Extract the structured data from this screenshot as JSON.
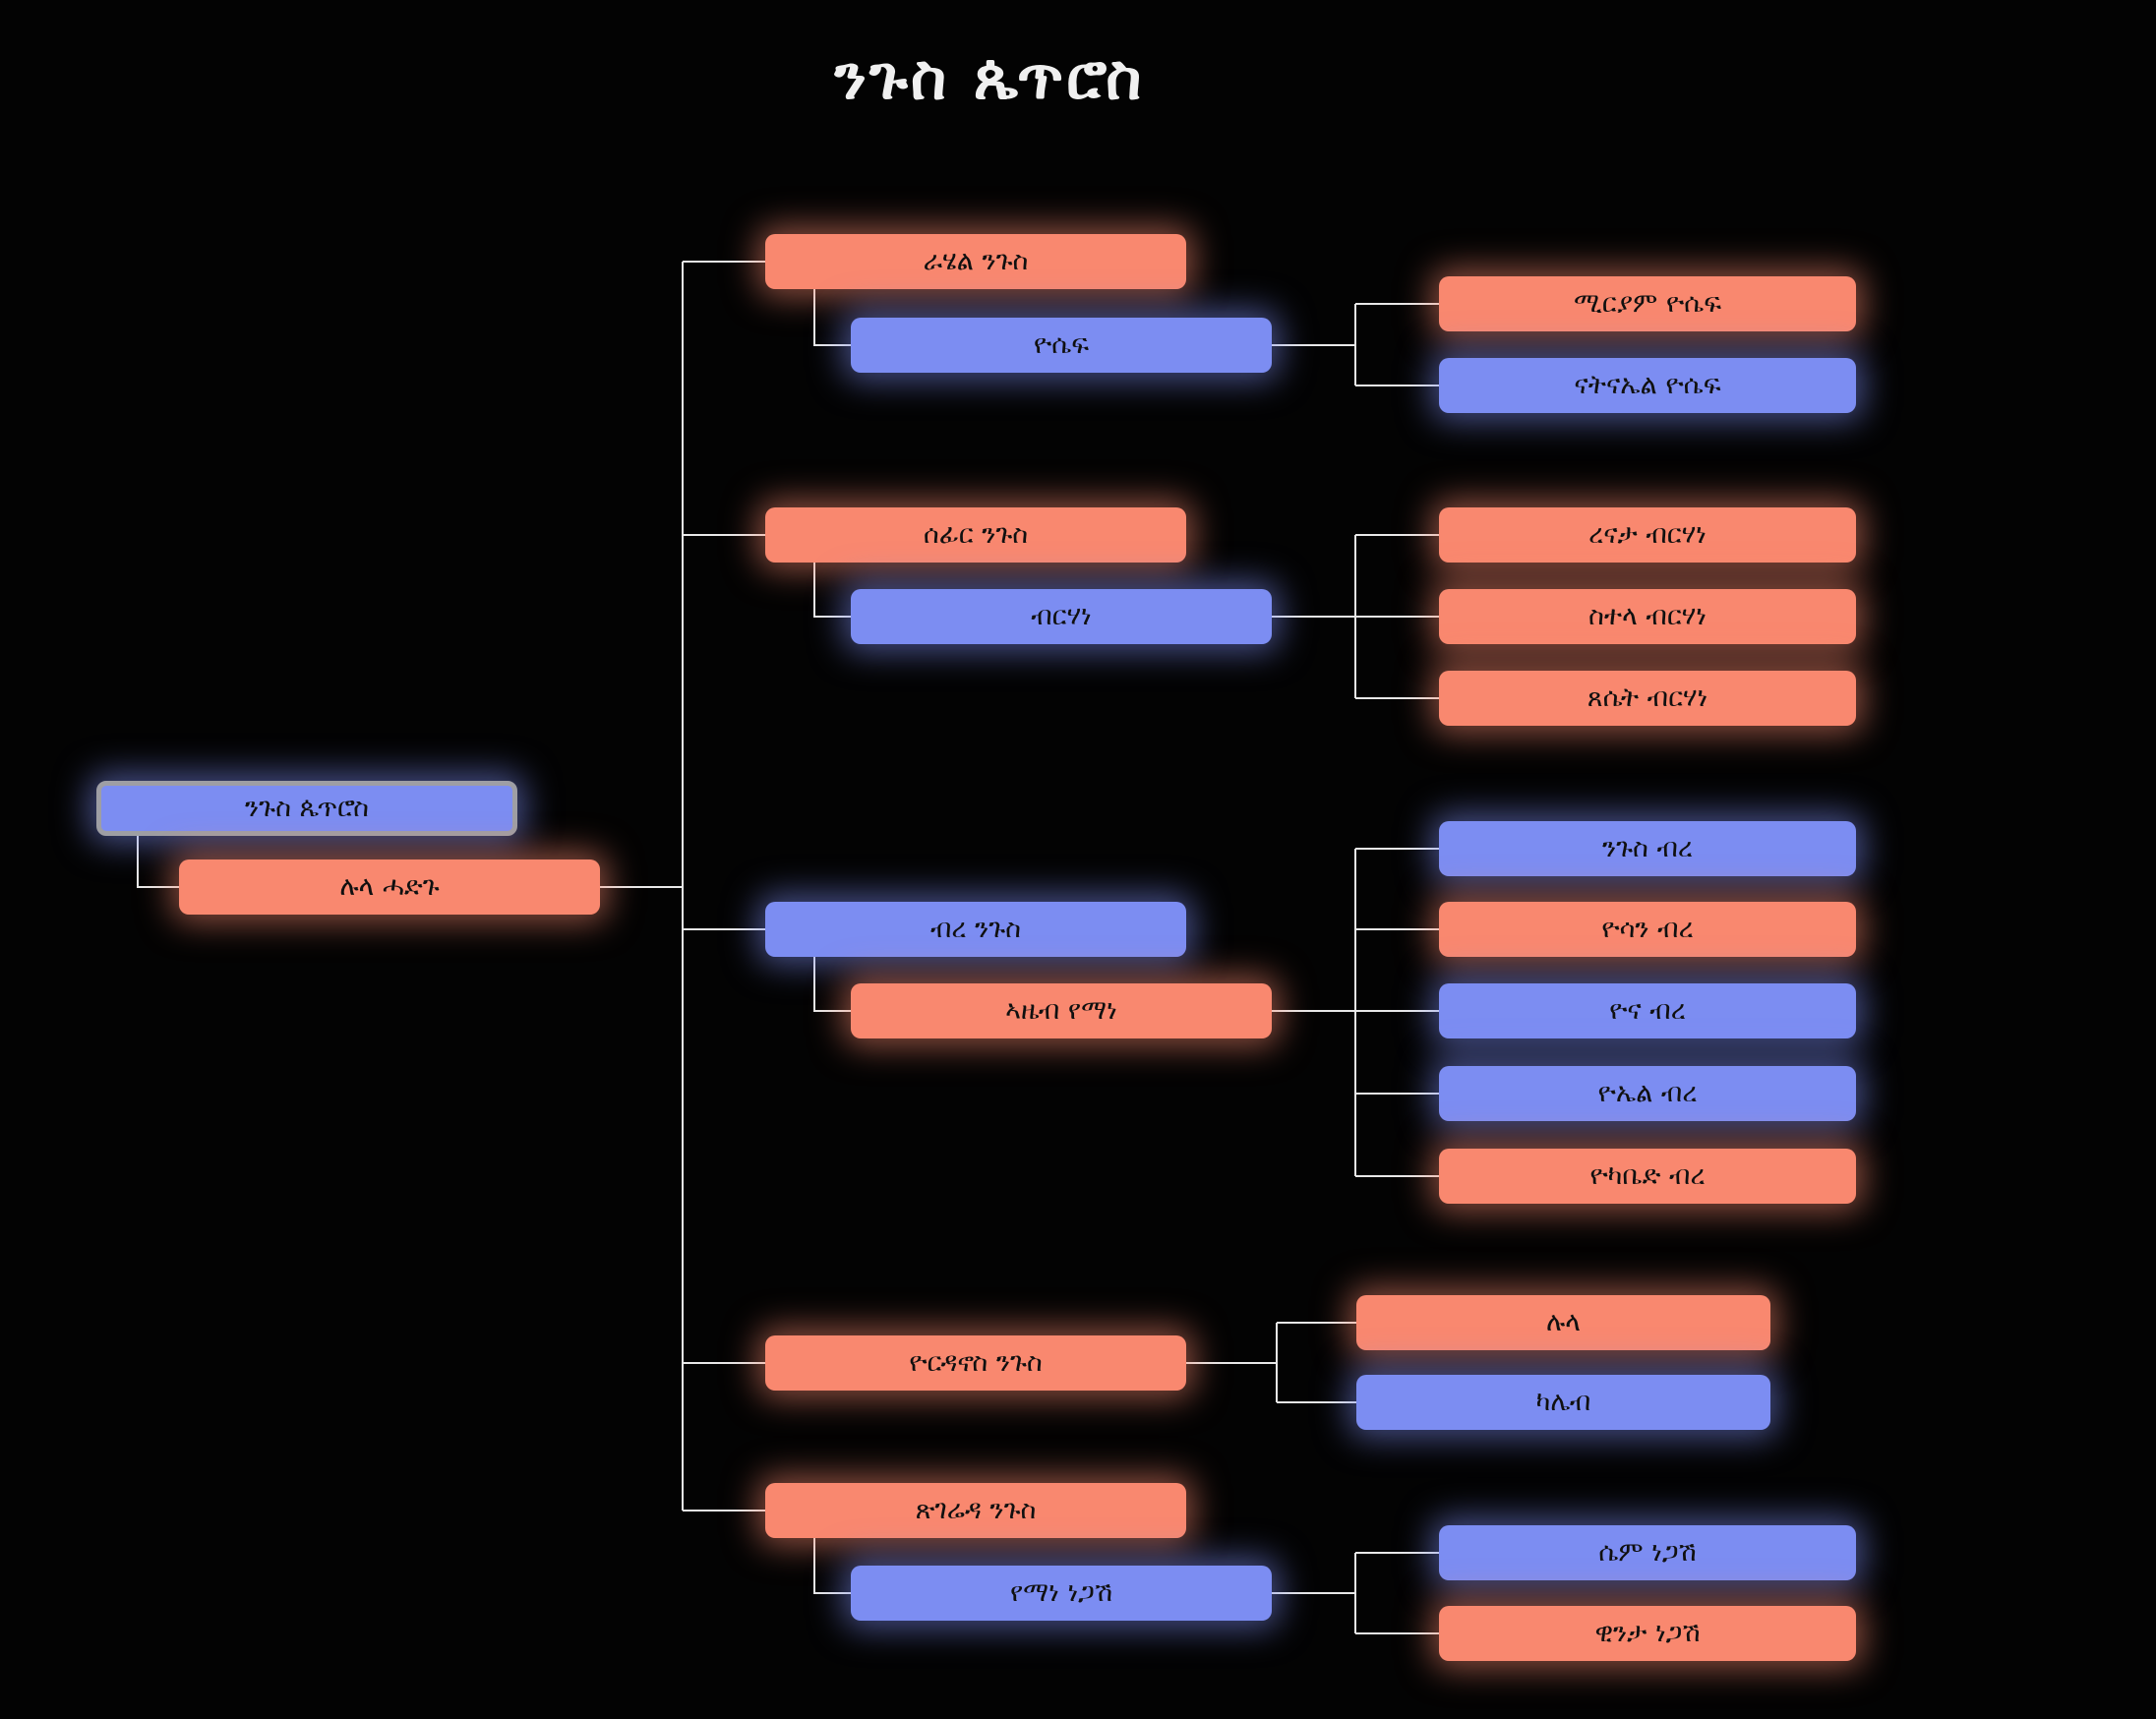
{
  "title": "ንጉስ ጴጥሮስ",
  "colors": {
    "salmon": "#f9886f",
    "blue": "#7c8df2",
    "line": "#e8e8e8",
    "background": "#030303",
    "selected_border": "#9e9ea4",
    "node_text": "#101010",
    "title_text": "#f0f0f0"
  },
  "tree": {
    "root": {
      "label": "ንጉስ ጴጥሮስ",
      "color": "blue",
      "selected": true
    },
    "root_spouse": {
      "label": "ሉላ ሓድጉ",
      "color": "salmon"
    },
    "families": [
      {
        "child": {
          "label": "ራሄል ንጉስ",
          "color": "salmon"
        },
        "spouse": {
          "label": "ዮሴፍ",
          "color": "blue"
        },
        "grandchildren": [
          {
            "label": "ሚርያም ዮሴፍ",
            "color": "salmon"
          },
          {
            "label": "ናትናኤል ዮሴፍ",
            "color": "blue"
          }
        ]
      },
      {
        "child": {
          "label": "ሰፊር ንጉስ",
          "color": "salmon"
        },
        "spouse": {
          "label": "ብርሃነ",
          "color": "blue"
        },
        "grandchildren": [
          {
            "label": "ረናታ ብርሃነ",
            "color": "salmon"
          },
          {
            "label": "ስተላ ብርሃነ",
            "color": "salmon"
          },
          {
            "label": "ጸሴት ብርሃነ",
            "color": "salmon"
          }
        ]
      },
      {
        "child": {
          "label": "ብረ ንጉስ",
          "color": "blue"
        },
        "spouse": {
          "label": "ኣዜብ የማነ",
          "color": "salmon"
        },
        "grandchildren": [
          {
            "label": "ንጉስ ብረ",
            "color": "blue"
          },
          {
            "label": "ዮሳን ብረ",
            "color": "salmon"
          },
          {
            "label": "ዮና ብረ",
            "color": "blue"
          },
          {
            "label": "ዮኤል ብረ",
            "color": "blue"
          },
          {
            "label": "ዮካቤድ ብረ",
            "color": "salmon"
          }
        ]
      },
      {
        "child": {
          "label": "ዮርዳኖስ ንጉስ",
          "color": "salmon"
        },
        "spouse": null,
        "grandchildren": [
          {
            "label": "ሉላ",
            "color": "salmon"
          },
          {
            "label": "ካሌብ",
            "color": "blue"
          }
        ]
      },
      {
        "child": {
          "label": "ጽገሬዳ ንጉስ",
          "color": "salmon"
        },
        "spouse": {
          "label": "የማነ ነጋሽ",
          "color": "blue"
        },
        "grandchildren": [
          {
            "label": "ሴም ነጋሽ",
            "color": "blue"
          },
          {
            "label": "ዊንታ ነጋሽ",
            "color": "salmon"
          }
        ]
      }
    ]
  }
}
